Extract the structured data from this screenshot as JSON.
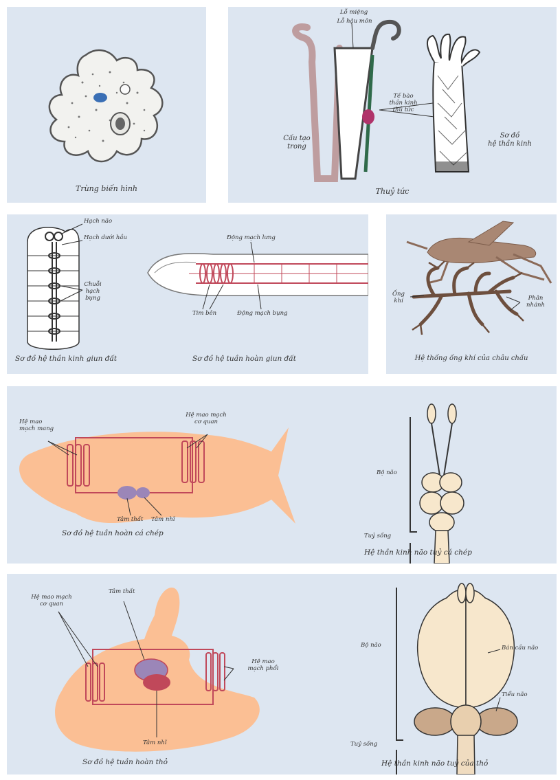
{
  "panels": {
    "amoeba": {
      "caption": "Trùng biến hình"
    },
    "hydra": {
      "caption": "Thuỷ tức",
      "mouth": "Lỗ miệng",
      "anus": "Lỗ hậu môn",
      "structure": "Cấu tạo\ntrong",
      "nerve_cell": "Tế bào\nthần kinh\nthủ tức",
      "diagram": "Sơ đồ\nhệ thần kinh"
    },
    "earthworm": {
      "brain": "Hạch não",
      "head_ganglion": "Hạch dưới hầu",
      "ventral_chain": "Chuỗi\nhạch\nbụng",
      "dorsal_vessel": "Động mạch lưng",
      "side_hearts": "Tim bên",
      "ventral_vessel": "Động mạch bụng",
      "nerve_caption": "Sơ đồ hệ thần kinh giun đất",
      "circ_caption": "Sơ đồ hệ tuần hoàn giun đất"
    },
    "grasshopper": {
      "trachea": "Ống\nkhí",
      "branch": "Phân\nnhánh",
      "caption": "Hệ thống ống khí của châu chấu"
    },
    "fish": {
      "gill_cap": "Hệ mao\nmạch mang",
      "organ_cap": "Hệ mao mạch\ncơ quan",
      "ventricle": "Tâm thất",
      "atrium": "Tâm nhĩ",
      "caption": "Sơ đồ hệ tuần hoàn cá chép",
      "brain": "Bộ não",
      "spinal": "Tuỷ sống",
      "brain_caption": "Hệ thần kinh não tuỷ cá chép"
    },
    "rabbit": {
      "organ_cap": "Hệ mao mạch\ncơ quan",
      "ventricle": "Tâm thất",
      "lung_cap": "Hệ mao\nmạch phổi",
      "atrium": "Tâm nhĩ",
      "caption": "Sơ đồ hệ tuần hoàn thỏ",
      "brain": "Bộ não",
      "hemisphere": "Bán cầu não",
      "cerebellum": "Tiểu não",
      "spinal": "Tuỷ sống",
      "brain_caption": "Hệ thần kinh não tuỷ của thỏ"
    }
  },
  "colors": {
    "panel_bg": "#dde6f1",
    "skin_orange": "#fbbf94",
    "vessel_red": "#c0485a",
    "heart_purple": "#9b86b8",
    "brain_cream": "#f7e7cc"
  }
}
